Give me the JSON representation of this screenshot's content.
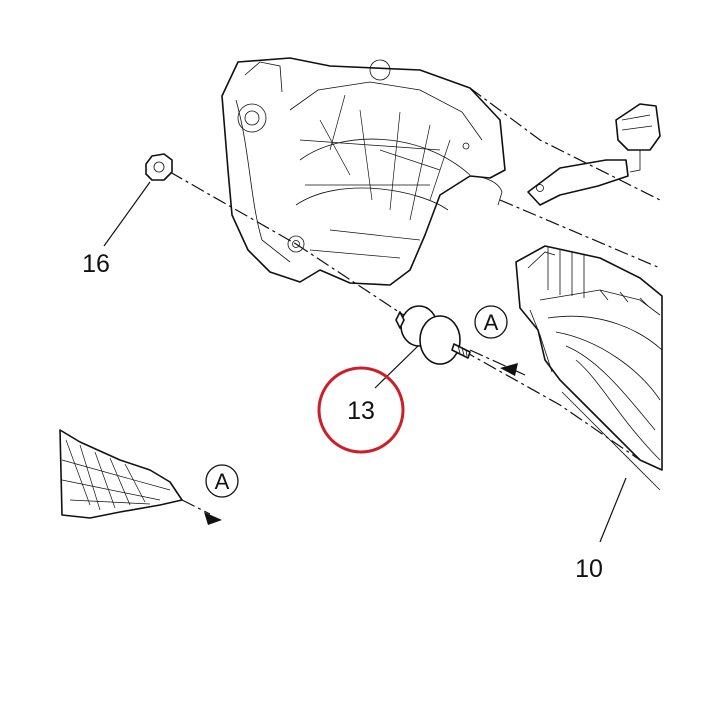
{
  "callouts": {
    "part_16": "16",
    "part_13": "13",
    "part_10": "10"
  },
  "view_markers": {
    "upper": "A",
    "lower": "A"
  },
  "highlight_color": "#cc2029",
  "highlighted_callout": "13"
}
